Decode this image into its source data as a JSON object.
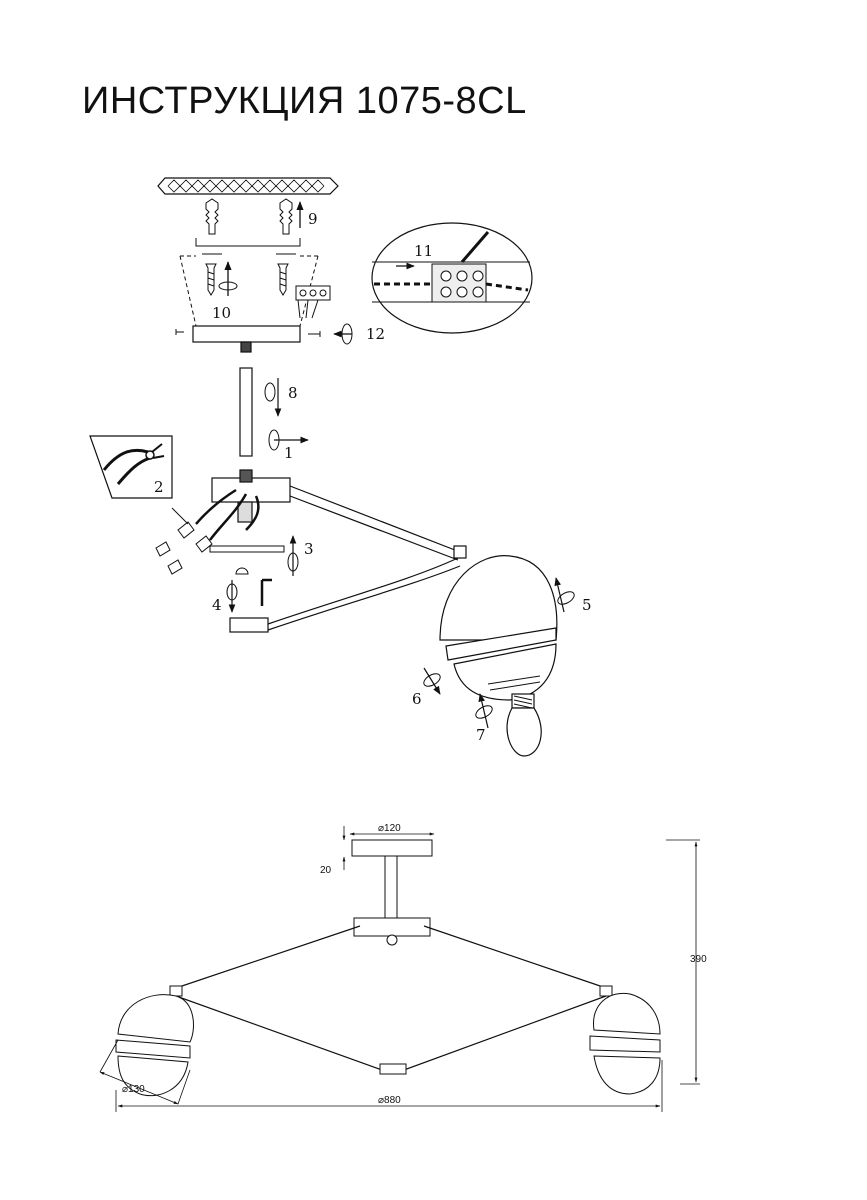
{
  "title": "ИНСТРУКЦИЯ 1075-8CL",
  "steps": [
    "1",
    "2",
    "3",
    "4",
    "5",
    "6",
    "7",
    "8",
    "9",
    "10",
    "11",
    "12"
  ],
  "dimensions": {
    "canopy_diameter": "⌀120",
    "canopy_height": "20",
    "total_height": "390",
    "shade_diameter": "⌀130",
    "total_width": "⌀880"
  }
}
